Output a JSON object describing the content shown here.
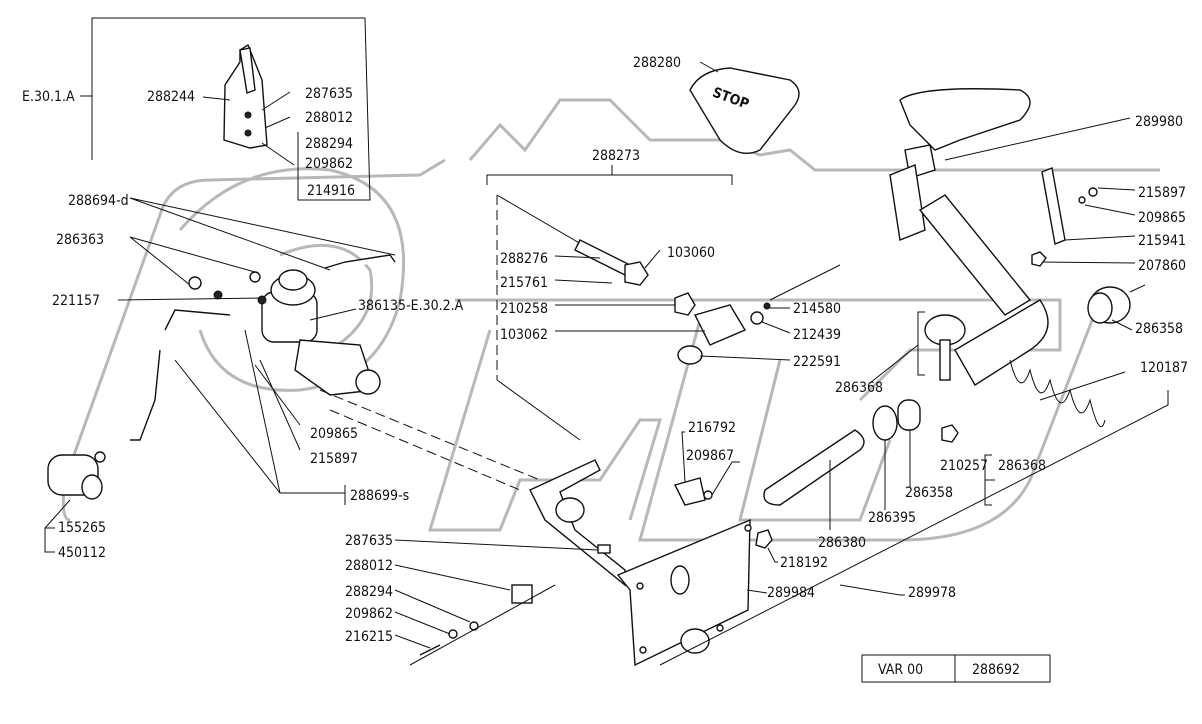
{
  "diagram": {
    "watermark": "OPEX",
    "stop_pad_text": "STOP",
    "labels": {
      "e301a": "E.30.1.A",
      "p288244": "288244",
      "p287635_top": "287635",
      "p288012_top": "288012",
      "p288294_top": "288294",
      "p209862_top": "209862",
      "p214916": "214916",
      "p288280": "288280",
      "p288273": "288273",
      "p289980": "289980",
      "p215897_right": "215897",
      "p209865_right": "209865",
      "p215941": "215941",
      "p207860": "207860",
      "p288694d": "288694-d",
      "p286363": "286363",
      "p221157": "221157",
      "p386135": "386135-E.30.2.A",
      "p288276": "288276",
      "p215761": "215761",
      "p210258": "210258",
      "p103062": "103062",
      "p103060": "103060",
      "p214580": "214580",
      "p212439": "212439",
      "p222591": "222591",
      "p286358_right": "286358",
      "p286368": "286368",
      "p120187": "120187",
      "p209865_left": "209865",
      "p215897_left": "215897",
      "p288699s": "288699-s",
      "p216792": "216792",
      "p209867": "209867",
      "p210257": "210257",
      "p286368_b": "286368",
      "p286358_mid": "286358",
      "p286395": "286395",
      "p286380": "286380",
      "p155265": "155265",
      "p450112": "450112",
      "p287635_bot": "287635",
      "p288012_bot": "288012",
      "p288294_bot": "288294",
      "p209862_bot": "209862",
      "p216215": "216215",
      "p218192": "218192",
      "p289984": "289984",
      "p289978": "289978"
    },
    "variant_box": {
      "variant": "VAR 00",
      "number": "288692"
    }
  }
}
